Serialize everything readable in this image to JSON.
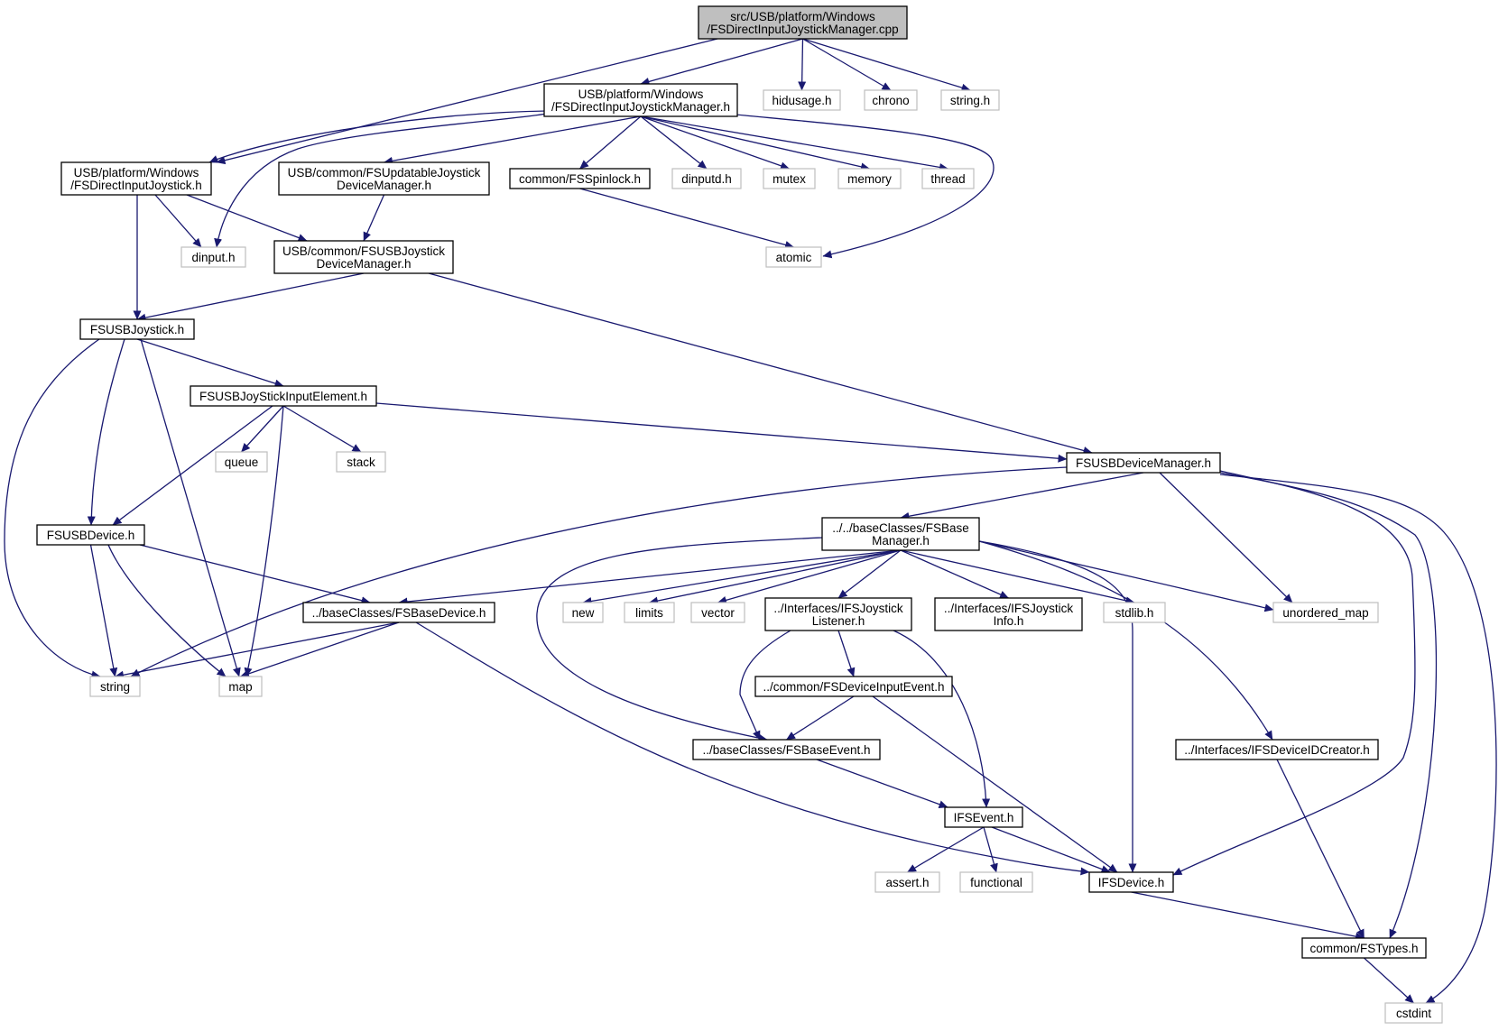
{
  "diagram": {
    "nodes": [
      {
        "id": "n0",
        "lines": [
          "src/USB/platform/Windows",
          "/FSDirectInputJoystickManager.cpp"
        ],
        "kind": "root"
      },
      {
        "id": "n1",
        "lines": [
          "USB/platform/Windows",
          "/FSDirectInputJoystickManager.h"
        ],
        "kind": "local"
      },
      {
        "id": "n2",
        "lines": [
          "hidusage.h"
        ],
        "kind": "external"
      },
      {
        "id": "n3",
        "lines": [
          "chrono"
        ],
        "kind": "external"
      },
      {
        "id": "n4",
        "lines": [
          "string.h"
        ],
        "kind": "external"
      },
      {
        "id": "n5",
        "lines": [
          "USB/platform/Windows",
          "/FSDirectInputJoystick.h"
        ],
        "kind": "local"
      },
      {
        "id": "n6",
        "lines": [
          "USB/common/FSUpdatableJoystick",
          "DeviceManager.h"
        ],
        "kind": "local"
      },
      {
        "id": "n7",
        "lines": [
          "common/FSSpinlock.h"
        ],
        "kind": "local"
      },
      {
        "id": "n8",
        "lines": [
          "dinputd.h"
        ],
        "kind": "external"
      },
      {
        "id": "n9",
        "lines": [
          "mutex"
        ],
        "kind": "external"
      },
      {
        "id": "n10",
        "lines": [
          "memory"
        ],
        "kind": "external"
      },
      {
        "id": "n11",
        "lines": [
          "thread"
        ],
        "kind": "external"
      },
      {
        "id": "n12",
        "lines": [
          "dinput.h"
        ],
        "kind": "external"
      },
      {
        "id": "n13",
        "lines": [
          "USB/common/FSUSBJoystick",
          "DeviceManager.h"
        ],
        "kind": "local"
      },
      {
        "id": "n14",
        "lines": [
          "atomic"
        ],
        "kind": "external"
      },
      {
        "id": "n15",
        "lines": [
          "FSUSBJoystick.h"
        ],
        "kind": "local"
      },
      {
        "id": "n16",
        "lines": [
          "FSUSBJoyStickInputElement.h"
        ],
        "kind": "local"
      },
      {
        "id": "n17",
        "lines": [
          "queue"
        ],
        "kind": "external"
      },
      {
        "id": "n18",
        "lines": [
          "stack"
        ],
        "kind": "external"
      },
      {
        "id": "n19",
        "lines": [
          "FSUSBDeviceManager.h"
        ],
        "kind": "local"
      },
      {
        "id": "n20",
        "lines": [
          "FSUSBDevice.h"
        ],
        "kind": "local"
      },
      {
        "id": "n21",
        "lines": [
          "../../baseClasses/FSBase",
          "Manager.h"
        ],
        "kind": "local"
      },
      {
        "id": "n22",
        "lines": [
          "../baseClasses/FSBaseDevice.h"
        ],
        "kind": "local"
      },
      {
        "id": "n23",
        "lines": [
          "new"
        ],
        "kind": "external"
      },
      {
        "id": "n24",
        "lines": [
          "limits"
        ],
        "kind": "external"
      },
      {
        "id": "n25",
        "lines": [
          "vector"
        ],
        "kind": "external"
      },
      {
        "id": "n26",
        "lines": [
          "../Interfaces/IFSJoystick",
          "Listener.h"
        ],
        "kind": "local"
      },
      {
        "id": "n27",
        "lines": [
          "../Interfaces/IFSJoystick",
          "Info.h"
        ],
        "kind": "local"
      },
      {
        "id": "n28",
        "lines": [
          "stdlib.h"
        ],
        "kind": "external"
      },
      {
        "id": "n29",
        "lines": [
          "unordered_map"
        ],
        "kind": "external"
      },
      {
        "id": "n30",
        "lines": [
          "string"
        ],
        "kind": "external"
      },
      {
        "id": "n31",
        "lines": [
          "map"
        ],
        "kind": "external"
      },
      {
        "id": "n32",
        "lines": [
          "../common/FSDeviceInputEvent.h"
        ],
        "kind": "local"
      },
      {
        "id": "n33",
        "lines": [
          "../baseClasses/FSBaseEvent.h"
        ],
        "kind": "local"
      },
      {
        "id": "n34",
        "lines": [
          "../Interfaces/IFSDeviceIDCreator.h"
        ],
        "kind": "local"
      },
      {
        "id": "n35",
        "lines": [
          "IFSEvent.h"
        ],
        "kind": "local"
      },
      {
        "id": "n36",
        "lines": [
          "assert.h"
        ],
        "kind": "external"
      },
      {
        "id": "n37",
        "lines": [
          "functional"
        ],
        "kind": "external"
      },
      {
        "id": "n38",
        "lines": [
          "IFSDevice.h"
        ],
        "kind": "local"
      },
      {
        "id": "n39",
        "lines": [
          "common/FSTypes.h"
        ],
        "kind": "local"
      },
      {
        "id": "n40",
        "lines": [
          "cstdint"
        ],
        "kind": "external"
      }
    ],
    "edges": [
      [
        "n0",
        "n1"
      ],
      [
        "n0",
        "n5"
      ],
      [
        "n0",
        "n2"
      ],
      [
        "n0",
        "n3"
      ],
      [
        "n0",
        "n4"
      ],
      [
        "n1",
        "n5"
      ],
      [
        "n1",
        "n12"
      ],
      [
        "n1",
        "n6"
      ],
      [
        "n1",
        "n7"
      ],
      [
        "n1",
        "n8"
      ],
      [
        "n1",
        "n9"
      ],
      [
        "n1",
        "n10"
      ],
      [
        "n1",
        "n11"
      ],
      [
        "n1",
        "n14"
      ],
      [
        "n5",
        "n12"
      ],
      [
        "n5",
        "n13"
      ],
      [
        "n5",
        "n15"
      ],
      [
        "n6",
        "n13"
      ],
      [
        "n7",
        "n14"
      ],
      [
        "n13",
        "n15"
      ],
      [
        "n13",
        "n19"
      ],
      [
        "n15",
        "n16"
      ],
      [
        "n15",
        "n20"
      ],
      [
        "n15",
        "n30"
      ],
      [
        "n15",
        "n31"
      ],
      [
        "n16",
        "n17"
      ],
      [
        "n16",
        "n18"
      ],
      [
        "n16",
        "n20"
      ],
      [
        "n16",
        "n31"
      ],
      [
        "n16",
        "n19"
      ],
      [
        "n19",
        "n21"
      ],
      [
        "n19",
        "n30"
      ],
      [
        "n19",
        "n29"
      ],
      [
        "n19",
        "n38"
      ],
      [
        "n19",
        "n39"
      ],
      [
        "n19",
        "n40"
      ],
      [
        "n20",
        "n22"
      ],
      [
        "n20",
        "n30"
      ],
      [
        "n20",
        "n31"
      ],
      [
        "n21",
        "n22"
      ],
      [
        "n21",
        "n23"
      ],
      [
        "n21",
        "n24"
      ],
      [
        "n21",
        "n25"
      ],
      [
        "n21",
        "n26"
      ],
      [
        "n21",
        "n27"
      ],
      [
        "n21",
        "n28"
      ],
      [
        "n21",
        "n29"
      ],
      [
        "n21",
        "n33"
      ],
      [
        "n21",
        "n34"
      ],
      [
        "n21",
        "n38"
      ],
      [
        "n22",
        "n30"
      ],
      [
        "n22",
        "n31"
      ],
      [
        "n22",
        "n38"
      ],
      [
        "n26",
        "n32"
      ],
      [
        "n26",
        "n33"
      ],
      [
        "n26",
        "n35"
      ],
      [
        "n32",
        "n33"
      ],
      [
        "n32",
        "n38"
      ],
      [
        "n33",
        "n35"
      ],
      [
        "n34",
        "n39"
      ],
      [
        "n35",
        "n36"
      ],
      [
        "n35",
        "n37"
      ],
      [
        "n35",
        "n38"
      ],
      [
        "n38",
        "n39"
      ],
      [
        "n39",
        "n40"
      ]
    ]
  }
}
